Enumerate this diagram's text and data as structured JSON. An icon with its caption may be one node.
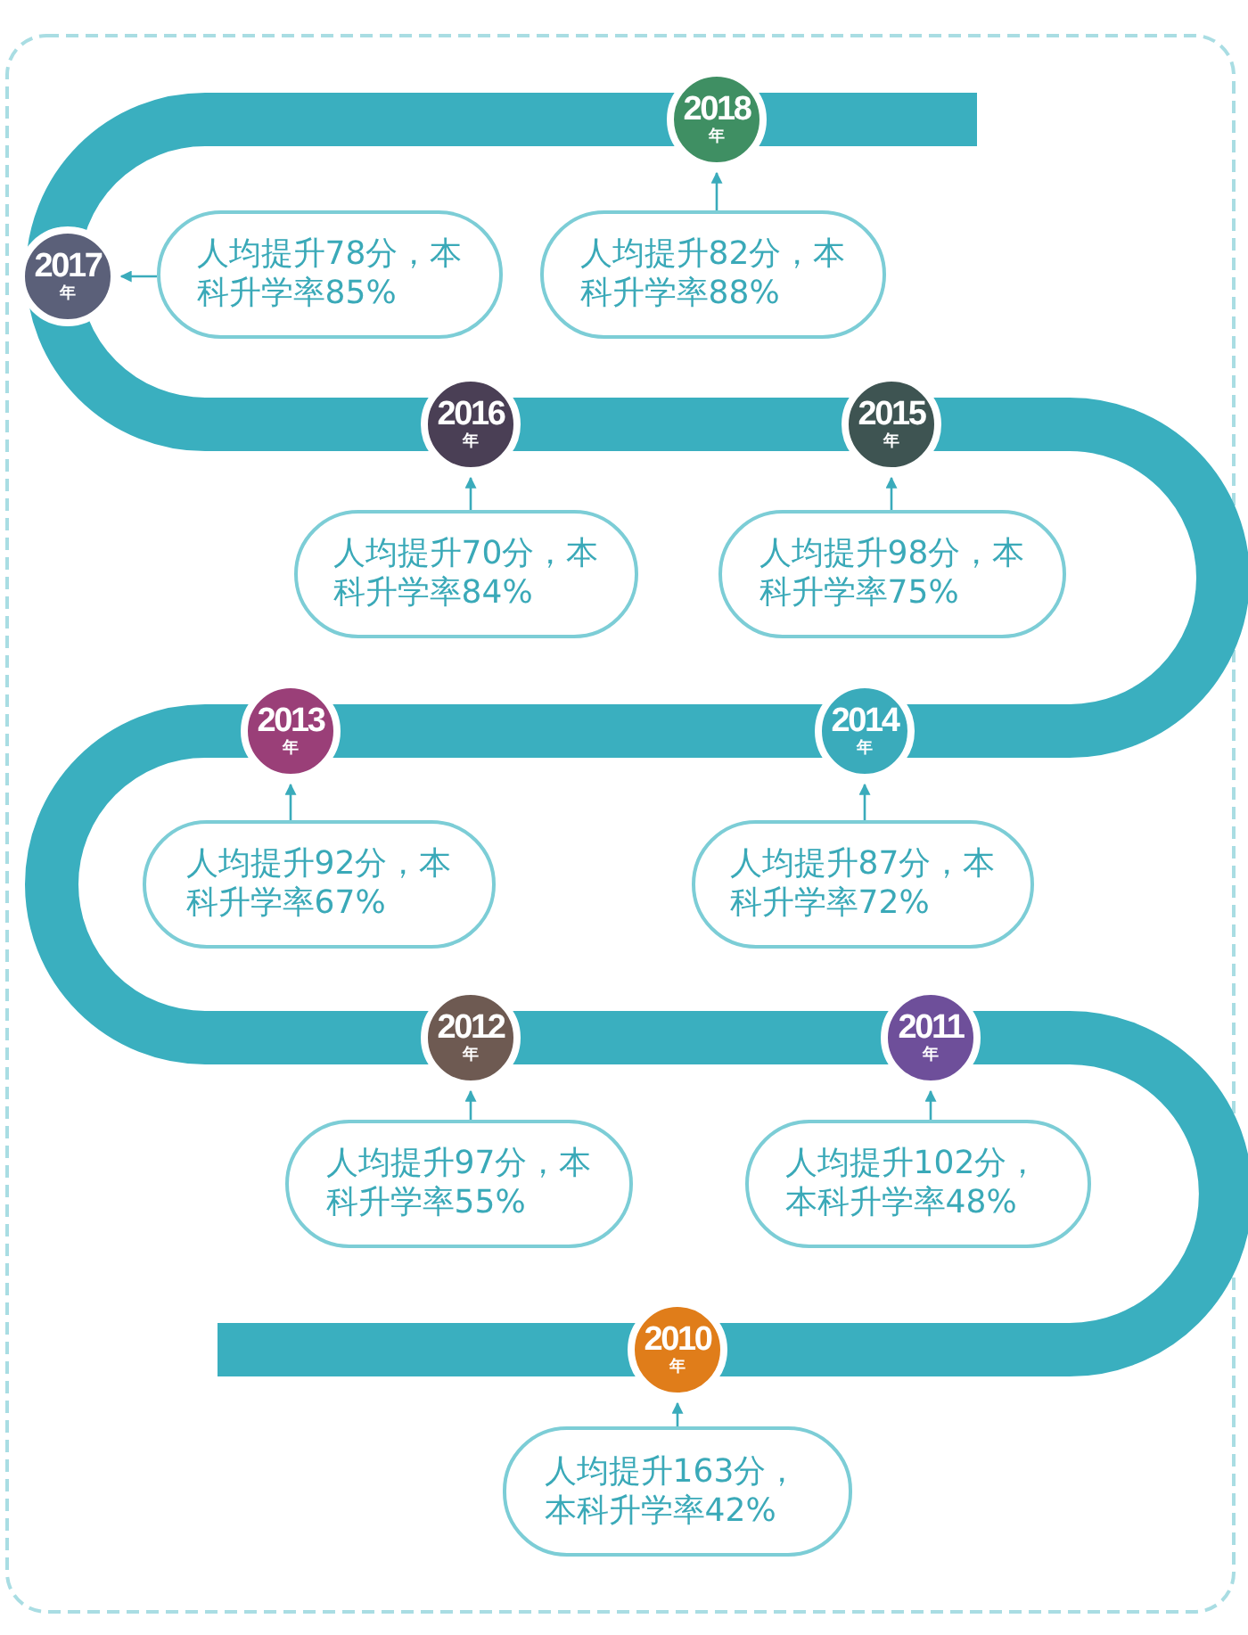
{
  "diagram": {
    "nodes": [
      {
        "text": [
          "2018",
          "年"
        ]
      },
      {
        "text": [
          "人均提升82分，本科升学率88%"
        ]
      },
      {
        "text": [
          "2017",
          "年"
        ]
      },
      {
        "text": [
          "人均提升78分，本科升学率85%"
        ]
      },
      {
        "text": [
          "2016",
          "年"
        ]
      },
      {
        "text": [
          "人均提升70分，本科升学率84%"
        ]
      },
      {
        "text": [
          "2015",
          "年"
        ]
      },
      {
        "text": [
          "人均提升98分，本科升学率75%"
        ]
      },
      {
        "text": [
          "2014",
          "年"
        ]
      },
      {
        "text": [
          "人均提升87分，本科升学率72%"
        ]
      },
      {
        "text": [
          "2013",
          "年"
        ]
      },
      {
        "text": [
          "人均提升92分，本科升学率67%"
        ]
      },
      {
        "text": [
          "2012",
          "年"
        ]
      },
      {
        "text": [
          "人均提升97分，本科升学率55%"
        ]
      },
      {
        "text": [
          "2011",
          "年"
        ]
      },
      {
        "text": [
          "人均提升102分，本科升学率48%"
        ]
      },
      {
        "text": [
          "2010",
          "年"
        ]
      },
      {
        "text": [
          "人均提升163分，本科升学率42%"
        ]
      }
    ],
    "edges": [
      {
        "from": 1,
        "to": 0,
        "arrow": "to"
      },
      {
        "from": 3,
        "to": 2,
        "arrow": "to"
      },
      {
        "from": 5,
        "to": 4,
        "arrow": "to"
      },
      {
        "from": 7,
        "to": 6,
        "arrow": "to"
      },
      {
        "from": 9,
        "to": 8,
        "arrow": "to"
      },
      {
        "from": 11,
        "to": 10,
        "arrow": "to"
      },
      {
        "from": 13,
        "to": 12,
        "arrow": "to"
      },
      {
        "from": 15,
        "to": 14,
        "arrow": "to"
      },
      {
        "from": 17,
        "to": 16,
        "arrow": "to"
      }
    ]
  }
}
